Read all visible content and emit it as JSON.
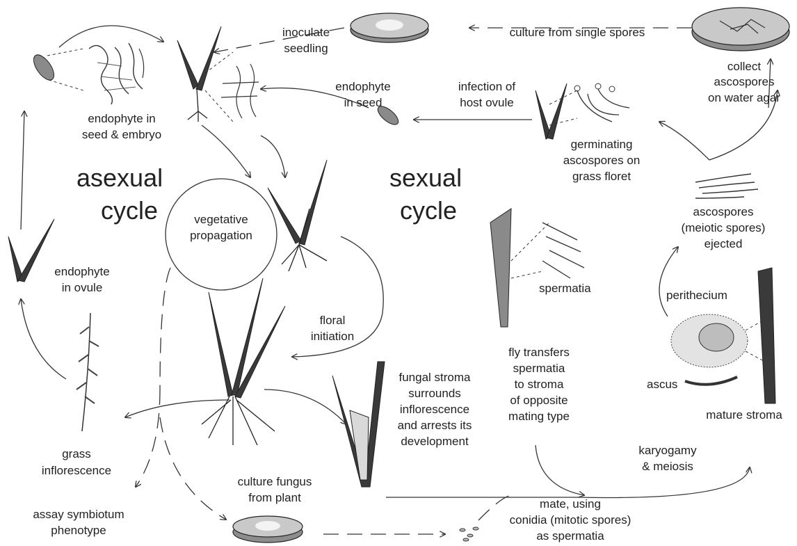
{
  "cycle_titles": {
    "asexual_line1": "asexual",
    "asexual_line2": "cycle",
    "sexual_line1": "sexual",
    "sexual_line2": "cycle"
  },
  "labels": {
    "inoculate_seedling_1": "inoculate",
    "inoculate_seedling_2": "seedling",
    "culture_single_spores": "culture from single spores",
    "collect_1": "collect",
    "collect_2": "ascospores",
    "collect_3": "on water agar",
    "endophyte_seed_1": "endophyte",
    "endophyte_seed_2": "in seed",
    "infection_1": "infection of",
    "infection_2": "host ovule",
    "seed_embryo_1": "endophyte in",
    "seed_embryo_2": "seed & embryo",
    "germinating_1": "germinating",
    "germinating_2": "ascospores on",
    "germinating_3": "grass floret",
    "vegetative_1": "vegetative",
    "vegetative_2": "propagation",
    "ascospores_1": "ascospores",
    "ascospores_2": "(meiotic spores)",
    "ascospores_3": "ejected",
    "endophyte_ovule_1": "endophyte",
    "endophyte_ovule_2": "in ovule",
    "spermatia": "spermatia",
    "perithecium": "perithecium",
    "floral_1": "floral",
    "floral_2": "initiation",
    "fly_1": "fly transfers",
    "fly_2": "spermatia",
    "fly_3": "to stroma",
    "fly_4": "of opposite",
    "fly_5": "mating type",
    "ascus": "ascus",
    "stroma_1": "fungal stroma",
    "stroma_2": "surrounds",
    "stroma_3": "inflorescence",
    "stroma_4": "and arrests its",
    "stroma_5": "development",
    "mature_stroma": "mature stroma",
    "grass_infl_1": "grass",
    "grass_infl_2": "inflorescence",
    "karyogamy_1": "karyogamy",
    "karyogamy_2": "& meiosis",
    "culture_fungus_1": "culture fungus",
    "culture_fungus_2": "from plant",
    "mate_1": "mate, using",
    "mate_2": "conidia (mitotic spores)",
    "mate_3": "as spermatia",
    "assay_1": "assay symbiotum",
    "assay_2": "phenotype"
  }
}
